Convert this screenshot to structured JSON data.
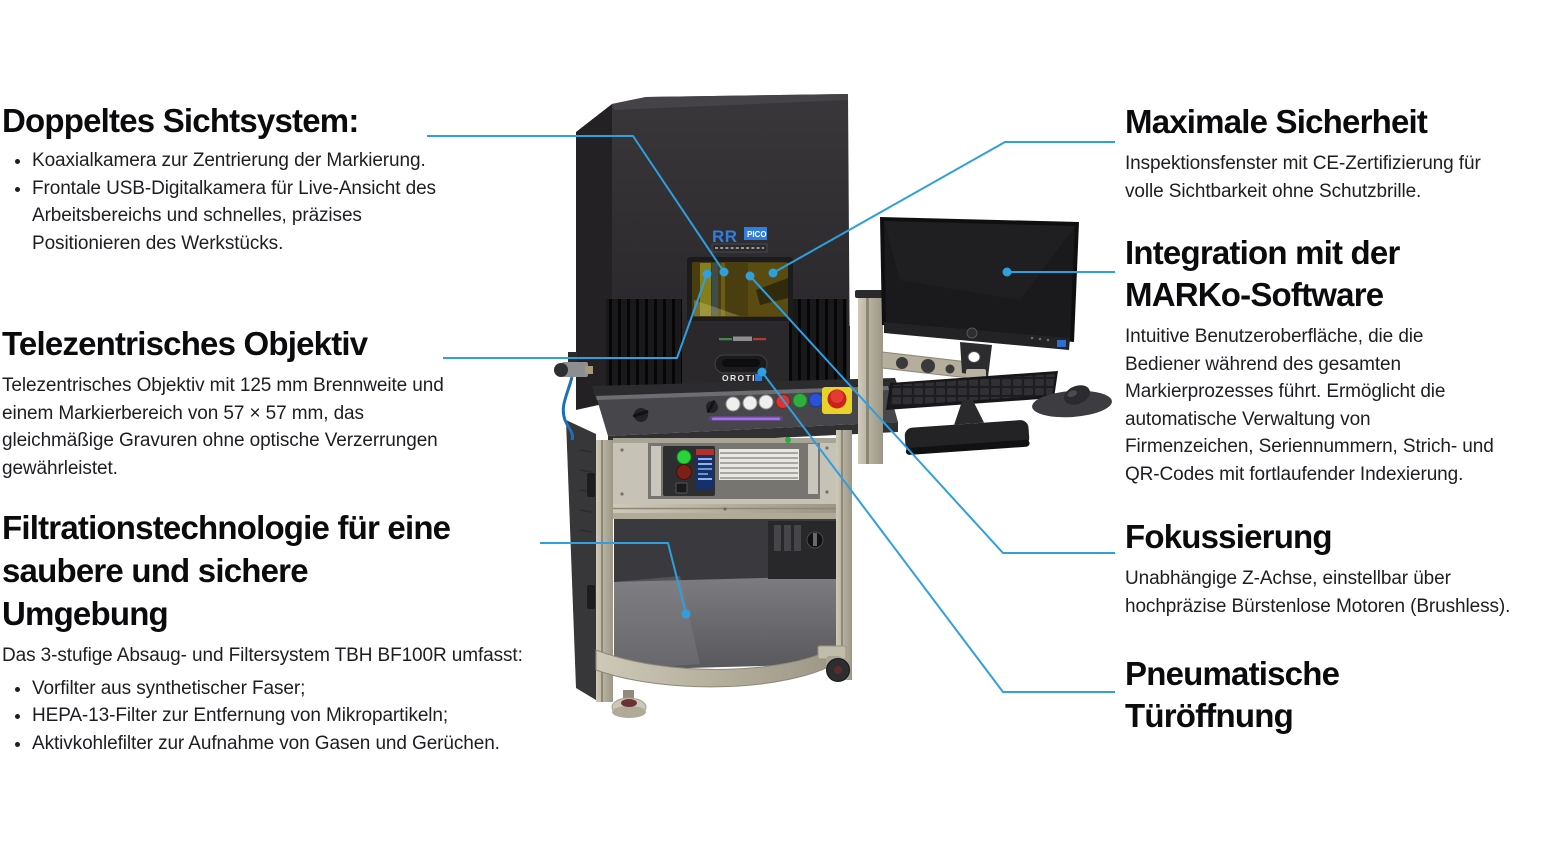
{
  "colors": {
    "callout": "#2f9fdd",
    "heading": "#0b0b0d",
    "body_text": "#1e1e22",
    "logo_blue": "#2e7fe0",
    "estop_red": "#cc1f1f",
    "estop_yellow": "#e8d227",
    "led_purple": "#8a4fd8"
  },
  "features": {
    "left": [
      {
        "heading": "Doppeltes Sichtsystem:",
        "bullets": [
          "Koaxialkamera zur Zentrierung der Markierung.",
          "Frontale USB-Digitalkamera für Live-Ansicht des\nArbeitsbereichs und schnelles, präzises\nPositionieren des Werkstücks."
        ]
      },
      {
        "heading": "Telezentrisches Objektiv",
        "body": "Telezentrisches Objektiv mit 125 mm Brennweite und\neinem Markierbereich von 57 × 57 mm, das\ngleichmäßige Gravuren ohne optische Verzerrungen\ngewährleistet."
      },
      {
        "heading": "Filtrationstechnologie für eine\nsaubere und sichere\nUmgebung",
        "body": "Das 3-stufige Absaug- und Filtersystem TBH BF100R umfasst:",
        "bullets": [
          "Vorfilter aus synthetischer Faser;",
          "HEPA-13-Filter zur Entfernung von Mikropartikeln;",
          "Aktivkohlefilter zur Aufnahme von Gasen und Gerüchen."
        ]
      }
    ],
    "right": [
      {
        "heading": "Maximale Sicherheit",
        "body": "Inspektionsfenster mit CE-Zertifizierung für\nvolle Sichtbarkeit ohne Schutzbrille."
      },
      {
        "heading": "Integration mit der\nMARKo-Software",
        "body": "Intuitive Benutzeroberfläche, die die\nBediener während des gesamten\nMarkierprozesses führt. Ermöglicht die\nautomatische Verwaltung von\nFirmenzeichen, Seriennummern, Strich- und\nQR-Codes mit fortlaufender Indexierung."
      },
      {
        "heading": "Fokussierung",
        "body": "Unabhängige Z-Achse, einstellbar über\nhochpräzise Bürstenlose Motoren (Brushless)."
      },
      {
        "heading": "Pneumatische\nTüröffnung"
      }
    ]
  },
  "machine": {
    "logo_rr": "RR",
    "logo_pico": "PICO",
    "handle_brand": "OROTIG"
  }
}
